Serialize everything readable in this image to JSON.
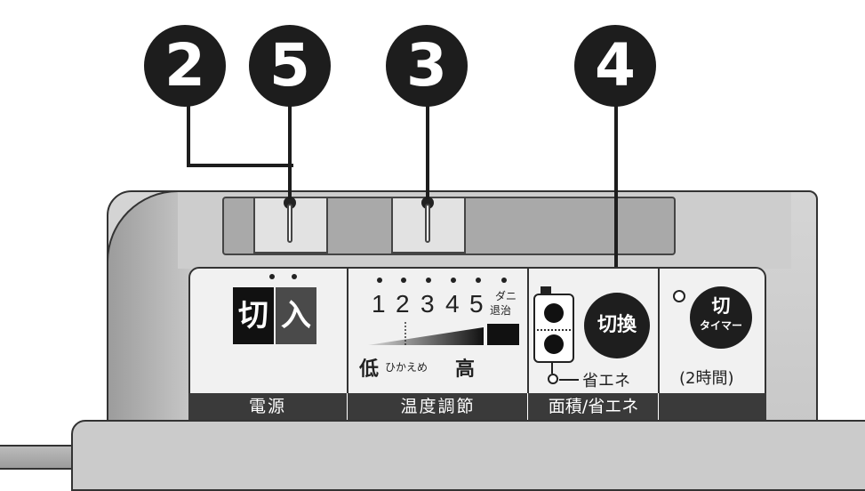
{
  "callouts": {
    "c2": "2",
    "c5": "5",
    "c3": "3",
    "c4": "4"
  },
  "power": {
    "off": "切",
    "on": "入",
    "section": "電源"
  },
  "temperature": {
    "levels": [
      "1",
      "2",
      "3",
      "4",
      "5"
    ],
    "mite_top": "ダニ",
    "mite_bottom": "退治",
    "low": "低",
    "moderate": "ひかえめ",
    "high": "高",
    "section": "温度調節"
  },
  "area": {
    "switch": "切換",
    "eco": "省エネ",
    "section": "面積/省エネ"
  },
  "timer": {
    "off": "切",
    "label": "タイマー",
    "duration": "(2時間)"
  },
  "colors": {
    "badge": "#1d1d1d",
    "panel": "#f1f1f1",
    "body": "#cdcdcd",
    "label_bar": "#3a3a3a"
  }
}
